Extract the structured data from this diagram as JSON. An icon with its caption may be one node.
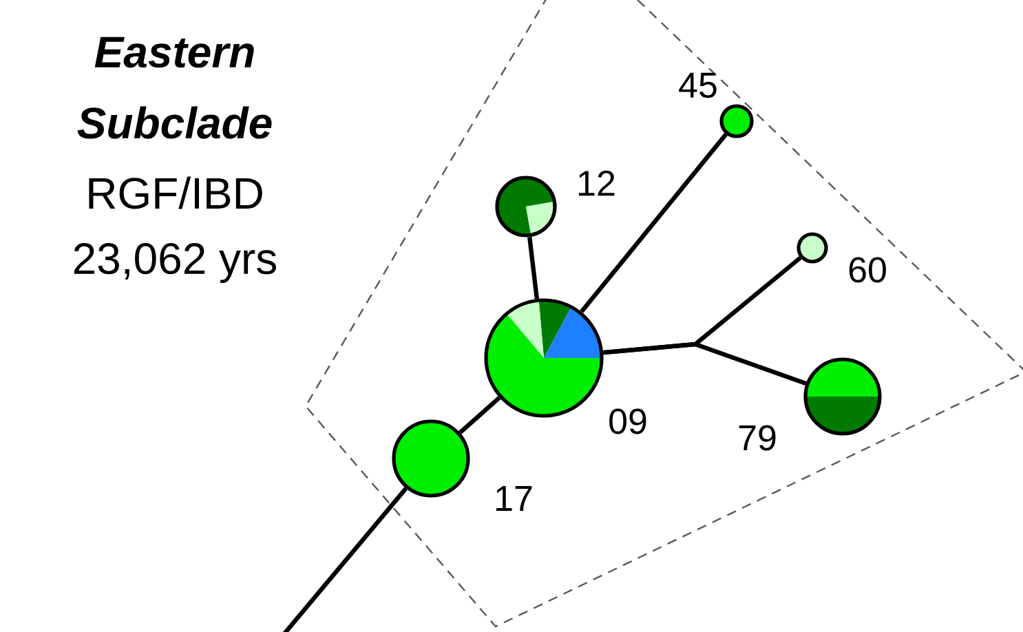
{
  "diagram": {
    "nodes": [
      {
        "text": [],
        "shape": "circle",
        "beside": [
          "45"
        ]
      },
      {
        "text": [],
        "shape": "circle",
        "beside": [
          "12"
        ]
      },
      {
        "text": [],
        "shape": "circle",
        "beside": [
          "60"
        ]
      },
      {
        "text": [],
        "shape": "circle",
        "beside": [
          "09"
        ]
      },
      {
        "text": [],
        "shape": "circle",
        "beside": [
          "79"
        ]
      },
      {
        "text": [],
        "shape": "circle",
        "beside": [
          "17"
        ]
      }
    ],
    "edges": [
      {
        "from": null,
        "to": 5,
        "arrow": "none"
      },
      {
        "from": 5,
        "to": 3,
        "arrow": "none"
      },
      {
        "from": 3,
        "to": 1,
        "arrow": "none"
      },
      {
        "from": 3,
        "to": 0,
        "arrow": "none"
      },
      {
        "from": 3,
        "to": 2,
        "arrow": "none"
      },
      {
        "from": 3,
        "to": 4,
        "arrow": "none"
      }
    ],
    "labels": [
      "**Eastern**",
      "**Subclade**",
      "RGF/IBD",
      "23,062 yrs"
    ]
  }
}
